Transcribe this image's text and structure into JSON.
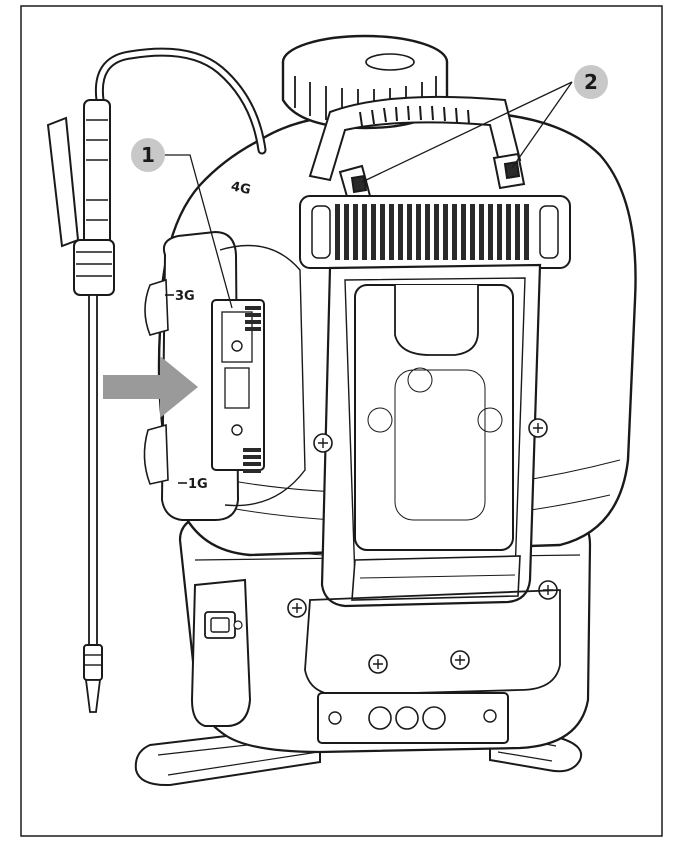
{
  "diagram": {
    "callouts": [
      {
        "id": "callout-1",
        "label": "1"
      },
      {
        "id": "callout-2",
        "label": "2"
      }
    ],
    "scale_markings": [
      {
        "id": "scale-mark-top",
        "label": "4G"
      },
      {
        "id": "scale-mark-mid",
        "label": "3G"
      },
      {
        "id": "scale-mark-low",
        "label": "1G"
      }
    ],
    "colors": {
      "outline": "#1a1a1a",
      "body_fill": "#ffffff",
      "callout_fill": "#c8c8c8",
      "arrow_fill": "#9a9a9a",
      "rib_fill": "#2a2a2a"
    }
  }
}
